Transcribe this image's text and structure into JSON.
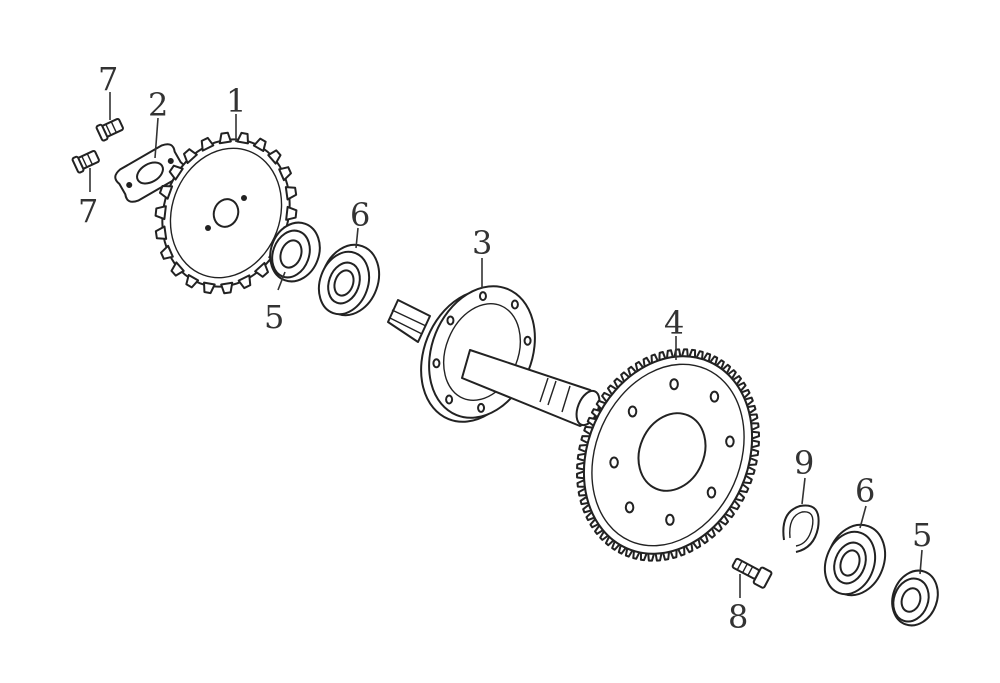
{
  "diagram": {
    "type": "exploded-parts-diagram",
    "colors": {
      "line": "#222222",
      "label": "#333333",
      "background": "#ffffff"
    },
    "callouts": [
      {
        "id": "c1",
        "text": "1",
        "part": "sprocket"
      },
      {
        "id": "c2",
        "text": "2",
        "part": "plate"
      },
      {
        "id": "c3",
        "text": "3",
        "part": "shaft-flange"
      },
      {
        "id": "c4",
        "text": "4",
        "part": "ring-gear"
      },
      {
        "id": "c5a",
        "text": "5",
        "part": "seal-left"
      },
      {
        "id": "c5b",
        "text": "5",
        "part": "seal-right"
      },
      {
        "id": "c6a",
        "text": "6",
        "part": "bearing-left"
      },
      {
        "id": "c6b",
        "text": "6",
        "part": "bearing-right"
      },
      {
        "id": "c7a",
        "text": "7",
        "part": "bolt-upper"
      },
      {
        "id": "c7b",
        "text": "7",
        "part": "bolt-lower"
      },
      {
        "id": "c8",
        "text": "8",
        "part": "bolt-gear"
      },
      {
        "id": "c9",
        "text": "9",
        "part": "snap-ring"
      }
    ]
  }
}
